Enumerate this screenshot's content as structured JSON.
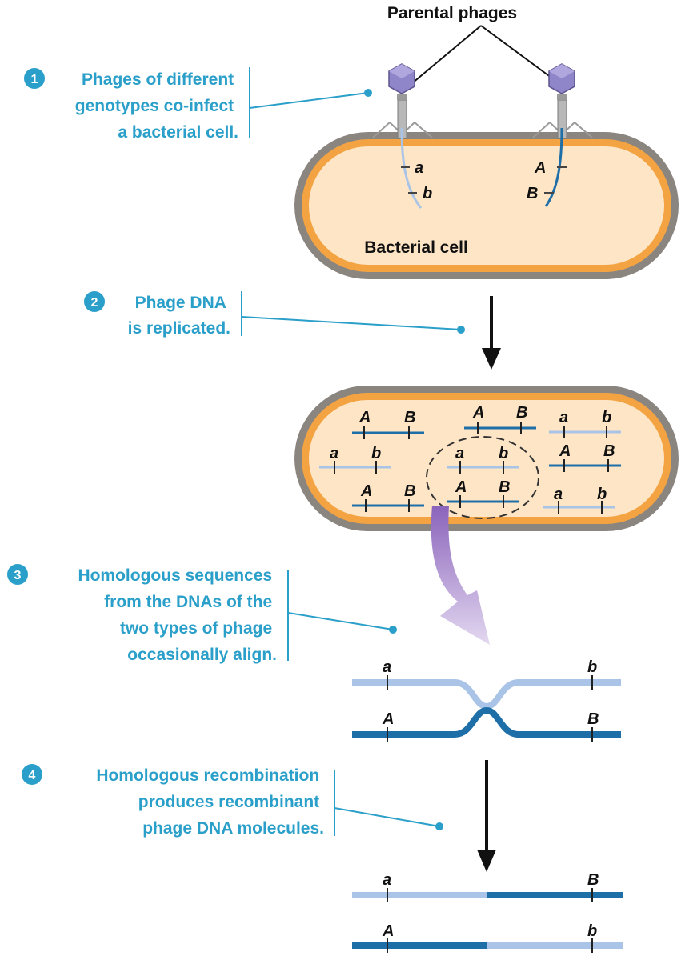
{
  "colors": {
    "accent": "#2a9fc9",
    "dark_dna": "#1e6fa8",
    "light_dna": "#a9c4e6",
    "cell_fill": "#fde5c6",
    "cell_rim": "#f3a341",
    "cell_wall": "#8b8580",
    "phage_head": "#8f86c9",
    "arrow_purple": "#9b7cc4"
  },
  "labels": {
    "parental_phages": "Parental phages",
    "bacterial_cell": "Bacterial cell"
  },
  "steps": [
    {
      "number": "1",
      "lines": [
        "Phages of different",
        "genotypes co-infect",
        "a bacterial cell."
      ]
    },
    {
      "number": "2",
      "lines": [
        "Phage DNA",
        "is replicated."
      ]
    },
    {
      "number": "3",
      "lines": [
        "Homologous sequences",
        "from the DNAs of the",
        "two types of phage",
        "occasionally align."
      ]
    },
    {
      "number": "4",
      "lines": [
        "Homologous recombination",
        "produces recombinant",
        "phage DNA molecules."
      ]
    }
  ],
  "genes": {
    "a": "a",
    "b": "b",
    "A": "A",
    "B": "B"
  }
}
